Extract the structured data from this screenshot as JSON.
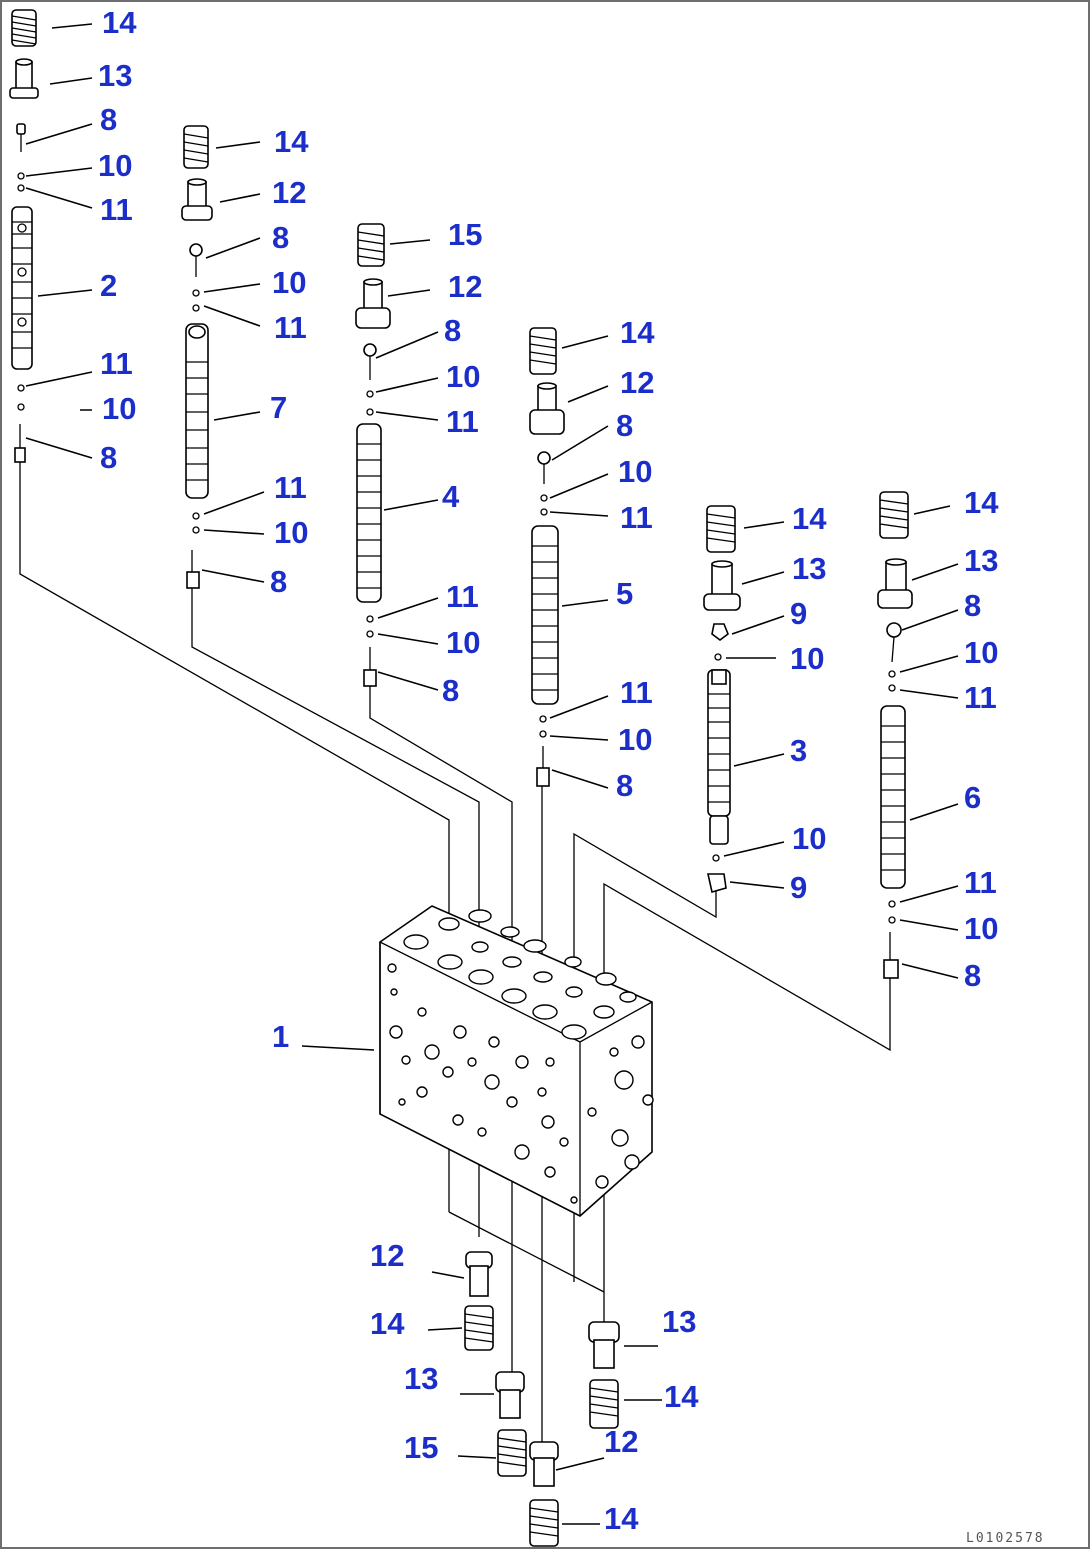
{
  "diagram": {
    "reference_code": "L0102578",
    "callouts": [
      {
        "label": "14"
      },
      {
        "label": "13"
      },
      {
        "label": "8"
      },
      {
        "label": "10"
      },
      {
        "label": "11"
      },
      {
        "label": "2"
      },
      {
        "label": "11"
      },
      {
        "label": "10"
      },
      {
        "label": "8"
      },
      {
        "label": "14"
      },
      {
        "label": "12"
      },
      {
        "label": "8"
      },
      {
        "label": "10"
      },
      {
        "label": "11"
      },
      {
        "label": "7"
      },
      {
        "label": "11"
      },
      {
        "label": "10"
      },
      {
        "label": "8"
      },
      {
        "label": "15"
      },
      {
        "label": "12"
      },
      {
        "label": "8"
      },
      {
        "label": "10"
      },
      {
        "label": "11"
      },
      {
        "label": "4"
      },
      {
        "label": "11"
      },
      {
        "label": "10"
      },
      {
        "label": "8"
      },
      {
        "label": "14"
      },
      {
        "label": "12"
      },
      {
        "label": "8"
      },
      {
        "label": "10"
      },
      {
        "label": "11"
      },
      {
        "label": "5"
      },
      {
        "label": "11"
      },
      {
        "label": "10"
      },
      {
        "label": "8"
      },
      {
        "label": "14"
      },
      {
        "label": "13"
      },
      {
        "label": "9"
      },
      {
        "label": "10"
      },
      {
        "label": "3"
      },
      {
        "label": "10"
      },
      {
        "label": "9"
      },
      {
        "label": "14"
      },
      {
        "label": "13"
      },
      {
        "label": "8"
      },
      {
        "label": "10"
      },
      {
        "label": "11"
      },
      {
        "label": "6"
      },
      {
        "label": "11"
      },
      {
        "label": "10"
      },
      {
        "label": "8"
      },
      {
        "label": "1"
      },
      {
        "label": "12"
      },
      {
        "label": "14"
      },
      {
        "label": "13"
      },
      {
        "label": "15"
      },
      {
        "label": "13"
      },
      {
        "label": "14"
      },
      {
        "label": "12"
      },
      {
        "label": "14"
      }
    ]
  }
}
